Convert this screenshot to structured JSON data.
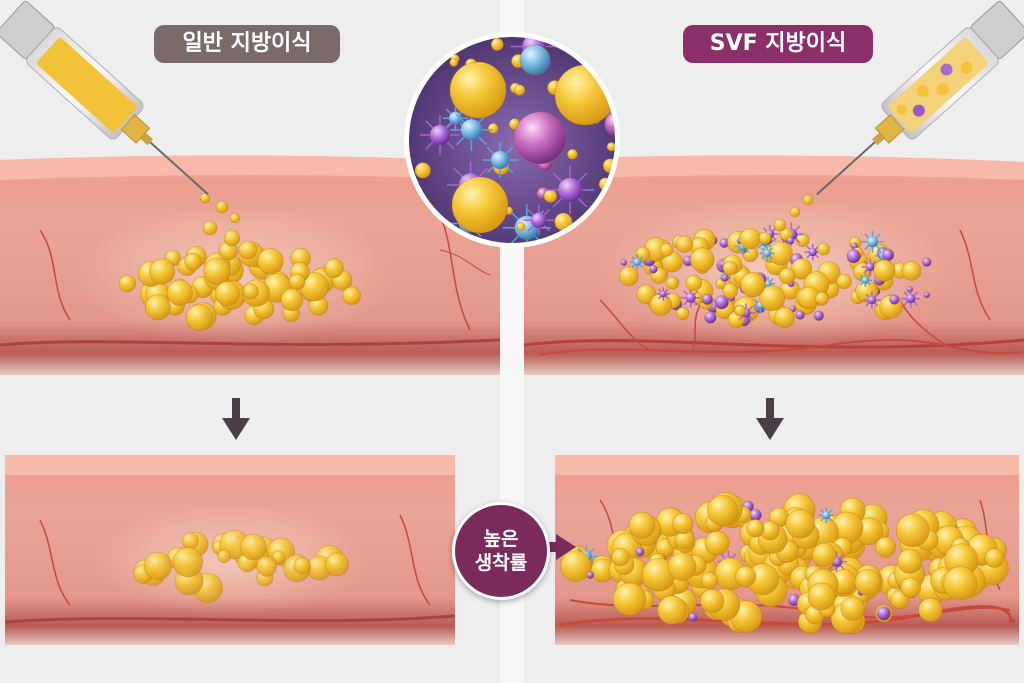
{
  "labels": {
    "left_title": "일반 지방이식",
    "right_title": "SVF 지방이식",
    "badge_line1": "높은",
    "badge_line2": "생착률"
  },
  "colors": {
    "left_pill": "#7a6a69",
    "right_pill": "#8b2f6b",
    "badge": "#7b2a5c",
    "fat_cell": "#f4c234",
    "stem_cell_purple": "#9b59c6",
    "stem_cell_blue": "#6fb1de",
    "skin_top": "#f2aa9c",
    "tissue": "#e39a8e",
    "vessel": "#c8483e",
    "arrow": "#4a3f49"
  },
  "icons": [
    "syringe-icon",
    "down-arrow-icon",
    "right-arrow-icon",
    "fat-cell-icon",
    "stem-cell-icon"
  ]
}
